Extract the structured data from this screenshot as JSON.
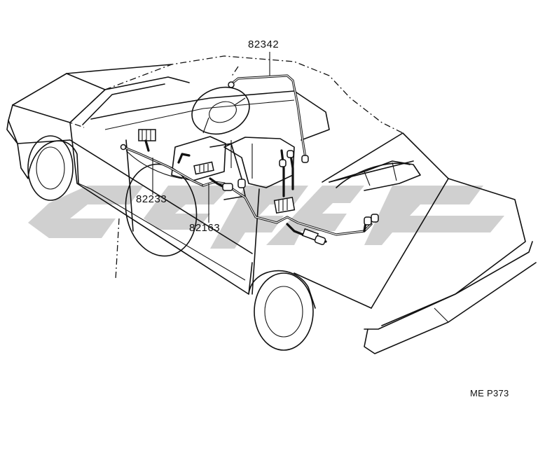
{
  "diagram": {
    "callouts": {
      "part_82342": "82342",
      "part_82233": "82233",
      "part_82163": "82163"
    },
    "reference_code": "ME P373"
  },
  "colors": {
    "line": "#111111",
    "background": "#ffffff",
    "watermark": "#c8c8c8"
  }
}
